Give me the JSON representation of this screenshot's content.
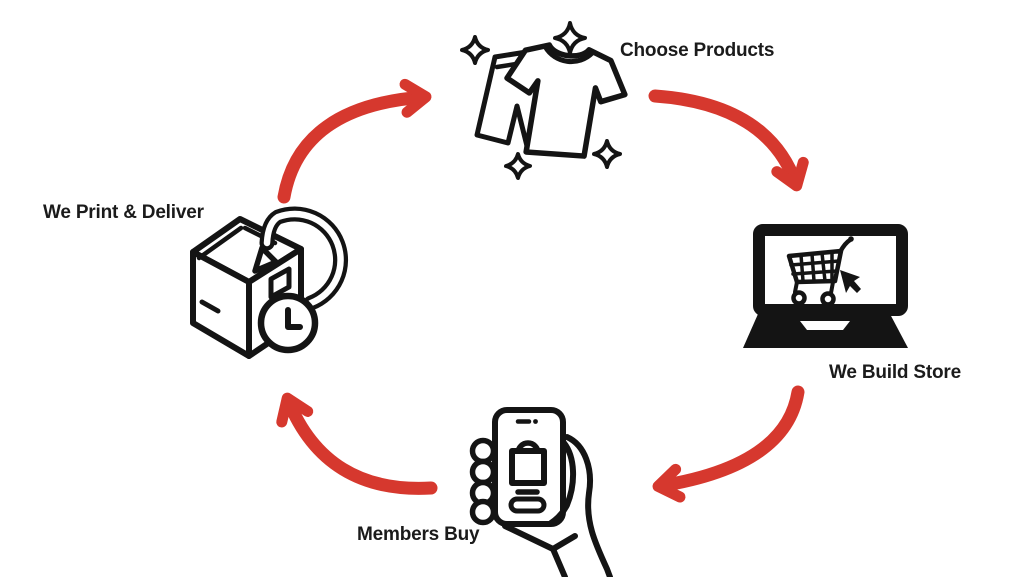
{
  "diagram": {
    "type": "cycle",
    "colors": {
      "background": "#ffffff",
      "arrow_red": "#d6382e",
      "icon_black": "#141414",
      "label_text": "#1b1b1b"
    },
    "steps": [
      {
        "label": "Choose Products",
        "icon": "clothes-sparkle-icon",
        "position": "top"
      },
      {
        "label": "We Build Store",
        "icon": "laptop-cart-icon",
        "position": "right"
      },
      {
        "label": "Members Buy",
        "icon": "phone-in-hand-icon",
        "position": "bottom"
      },
      {
        "label": "We Print & Deliver",
        "icon": "package-clock-icon",
        "position": "left"
      }
    ],
    "flow": [
      "We Print & Deliver -> Choose Products",
      "Choose Products -> We Build Store",
      "We Build Store -> Members Buy",
      "Members Buy -> We Print & Deliver"
    ]
  }
}
